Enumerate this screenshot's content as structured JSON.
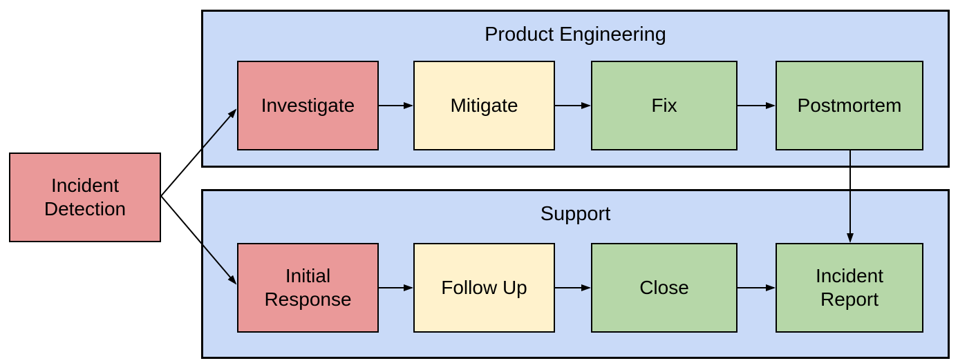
{
  "diagram": {
    "type": "flowchart",
    "description": "Incident handling process across Product Engineering and Support swimlanes"
  },
  "palette": {
    "lane_fill": "#c9daf8",
    "node_red": "#ea9999",
    "node_yellow": "#fff2cc",
    "node_green": "#b6d7a8",
    "border": "#000000",
    "arrow": "#000000",
    "background": "#ffffff",
    "text": "#000000"
  },
  "lanes": [
    {
      "title": "Product Engineering"
    },
    {
      "title": "Support"
    }
  ],
  "nodes": {
    "incident_detection": {
      "label": "Incident\nDetection",
      "color": "node_red",
      "lane": null
    },
    "investigate": {
      "label": "Investigate",
      "color": "node_red",
      "lane": "Product Engineering"
    },
    "mitigate": {
      "label": "Mitigate",
      "color": "node_yellow",
      "lane": "Product Engineering"
    },
    "fix": {
      "label": "Fix",
      "color": "node_green",
      "lane": "Product Engineering"
    },
    "postmortem": {
      "label": "Postmortem",
      "color": "node_green",
      "lane": "Product Engineering"
    },
    "initial_response": {
      "label": "Initial\nResponse",
      "color": "node_red",
      "lane": "Support"
    },
    "follow_up": {
      "label": "Follow Up",
      "color": "node_yellow",
      "lane": "Support"
    },
    "close": {
      "label": "Close",
      "color": "node_green",
      "lane": "Support"
    },
    "incident_report": {
      "label": "Incident\nReport",
      "color": "node_green",
      "lane": "Support"
    }
  },
  "edges": [
    {
      "from": "incident_detection",
      "to": "investigate"
    },
    {
      "from": "incident_detection",
      "to": "initial_response"
    },
    {
      "from": "investigate",
      "to": "mitigate"
    },
    {
      "from": "mitigate",
      "to": "fix"
    },
    {
      "from": "fix",
      "to": "postmortem"
    },
    {
      "from": "postmortem",
      "to": "incident_report"
    },
    {
      "from": "initial_response",
      "to": "follow_up"
    },
    {
      "from": "follow_up",
      "to": "close"
    },
    {
      "from": "close",
      "to": "incident_report"
    }
  ]
}
